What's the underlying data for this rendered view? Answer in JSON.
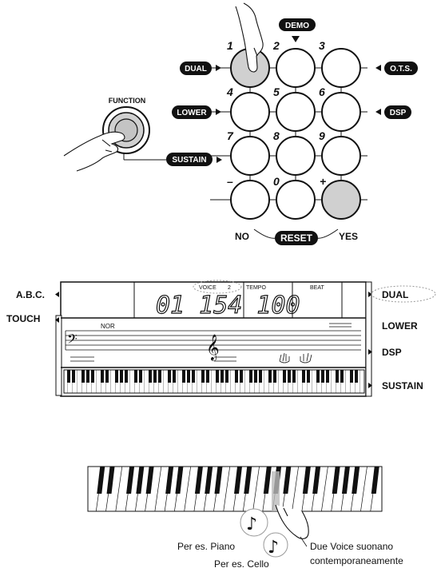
{
  "panel": {
    "function_label": "FUNCTION",
    "demo_label": "DEMO",
    "dual_label": "DUAL",
    "ots_label": "O.T.S.",
    "lower_label": "LOWER",
    "dsp_label": "DSP",
    "sustain_label": "SUSTAIN",
    "reset_label": "RESET",
    "no_label": "NO",
    "yes_label": "YES",
    "keys": [
      "1",
      "2",
      "3",
      "4",
      "5",
      "6",
      "7",
      "8",
      "9",
      "–",
      "0",
      "+"
    ]
  },
  "lcd": {
    "left_labels": [
      "A.B.C.",
      "TOUCH"
    ],
    "right_labels": [
      "DUAL",
      "LOWER",
      "DSP",
      "SUSTAIN"
    ],
    "voice_label": "VOICE",
    "voice_num": "2",
    "tempo_label": "TEMPO",
    "beat_label": "BEAT",
    "display_digits": "01 154 100",
    "nor_label": "NOR"
  },
  "keyboard": {
    "caption_piano": "Per es. Piano",
    "caption_cello": "Per es. Cello",
    "caption_dual_line1": "Due Voice suonano",
    "caption_dual_line2": "contemporaneamente"
  }
}
